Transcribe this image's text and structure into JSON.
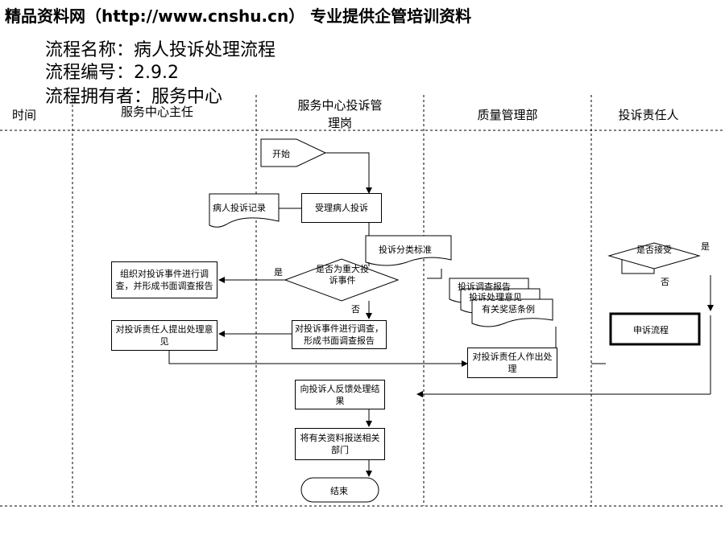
{
  "banner": "精品资料网（http://www.cnshu.cn） 专业提供企管培训资料",
  "meta": {
    "name_label": "流程名称：",
    "name_value": "病人投诉处理流程",
    "code_label": "流程编号：",
    "code_value": "2.9.2",
    "owner_label": "流程拥有者：",
    "owner_value": "服务中心"
  },
  "lanes": {
    "time": "时间",
    "director": "服务中心主任",
    "post": "服务中心投诉管理岗",
    "quality": "质量管理部",
    "responsible": "投诉责任人"
  },
  "nodes": {
    "start": "开始",
    "record": "病人投诉记录",
    "accept": "受理病人投诉",
    "standard": "投诉分类标准",
    "decision_major": "是否为重大投诉事件",
    "yes": "是",
    "no": "否",
    "organize": "组织对投诉事件进行调查，并形成书面调查报告",
    "investigate": "对投诉事件进行调查，形成书面调查报告",
    "opinion": "对投诉责任人提出处理意见",
    "doc1": "投诉调查报告",
    "doc2": "投诉处理意见",
    "doc3": "有关奖惩条例",
    "handle": "对投诉责任人作出处理",
    "decision_accept": "是否接受",
    "appeal": "申诉流程",
    "feedback": "向投诉人反馈处理结果",
    "report": "将有关资料报送相关部门",
    "end": "结束"
  }
}
